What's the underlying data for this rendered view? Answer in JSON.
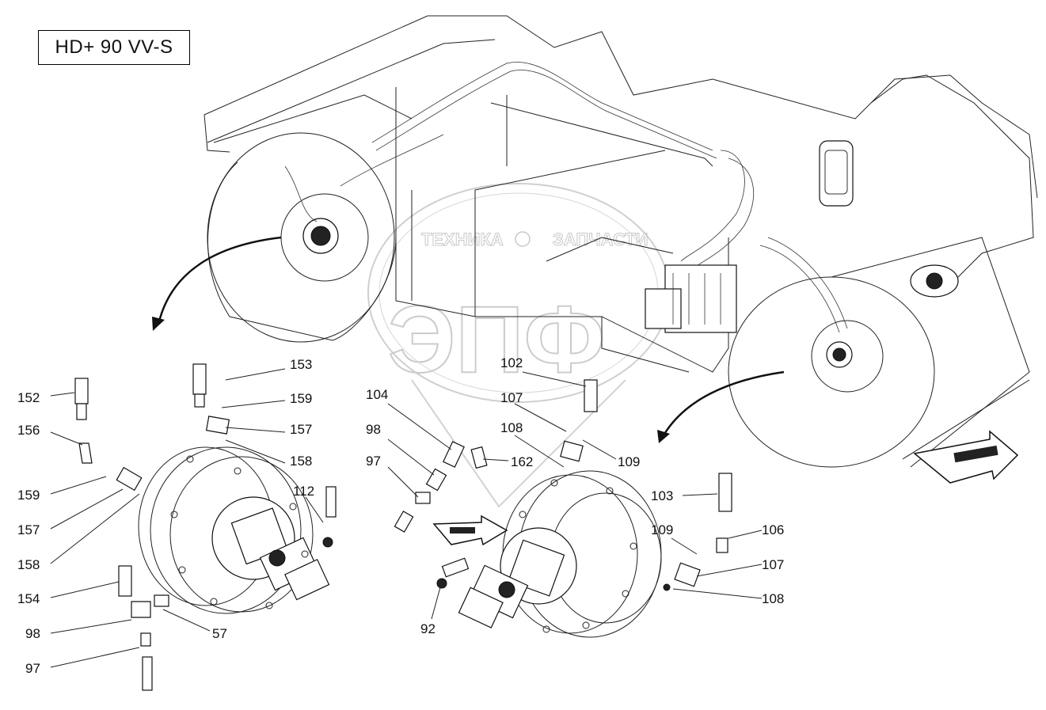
{
  "title": "HD+ 90 VV-S",
  "watermark": {
    "left": "ТЕХНИКА",
    "right": "ЗАПЧАСТИ",
    "logo": "ЭПФ"
  },
  "callouts": [
    {
      "id": "c153a",
      "text": "153"
    },
    {
      "id": "c159a",
      "text": "159"
    },
    {
      "id": "c157a",
      "text": "157"
    },
    {
      "id": "c158a",
      "text": "158"
    },
    {
      "id": "c152",
      "text": "152"
    },
    {
      "id": "c156",
      "text": "156"
    },
    {
      "id": "c159b",
      "text": "159"
    },
    {
      "id": "c157b",
      "text": "157"
    },
    {
      "id": "c158b",
      "text": "158"
    },
    {
      "id": "c112",
      "text": "112"
    },
    {
      "id": "c154",
      "text": "154"
    },
    {
      "id": "c98a",
      "text": "98"
    },
    {
      "id": "c97a",
      "text": "97"
    },
    {
      "id": "c57",
      "text": "57"
    },
    {
      "id": "c102",
      "text": "102"
    },
    {
      "id": "c104",
      "text": "104"
    },
    {
      "id": "c107a",
      "text": "107"
    },
    {
      "id": "c98b",
      "text": "98"
    },
    {
      "id": "c108a",
      "text": "108"
    },
    {
      "id": "c97b",
      "text": "97"
    },
    {
      "id": "c162",
      "text": "162"
    },
    {
      "id": "c109a",
      "text": "109"
    },
    {
      "id": "c92",
      "text": "92"
    },
    {
      "id": "c103",
      "text": "103"
    },
    {
      "id": "c109b",
      "text": "109"
    },
    {
      "id": "c106",
      "text": "106"
    },
    {
      "id": "c107b",
      "text": "107"
    },
    {
      "id": "c108b",
      "text": "108"
    }
  ],
  "colors": {
    "ink": "#111111",
    "watermark": "#c8c8c8"
  }
}
